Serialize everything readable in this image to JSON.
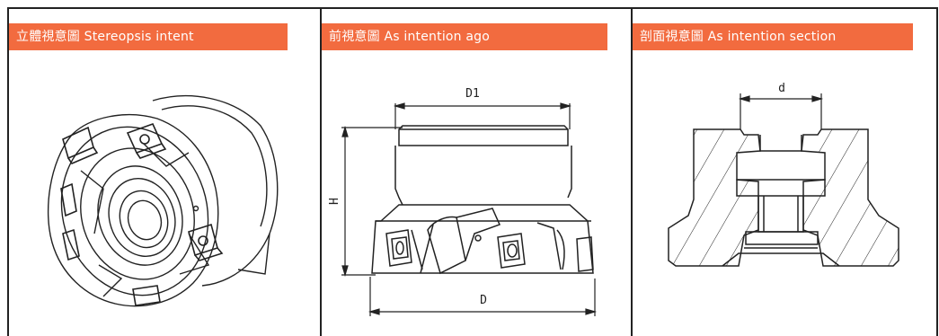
{
  "accent_color": "#f26b3f",
  "panels": [
    {
      "title_cn": "立體視意圖",
      "title_en": "Stereopsis intent"
    },
    {
      "title_cn": "前視意圖",
      "title_en": "As intention ago"
    },
    {
      "title_cn": "剖面視意圖",
      "title_en": "As intention section"
    }
  ],
  "dimensions": {
    "d1": "D1",
    "h": "H",
    "d": "D",
    "bore": "d"
  }
}
